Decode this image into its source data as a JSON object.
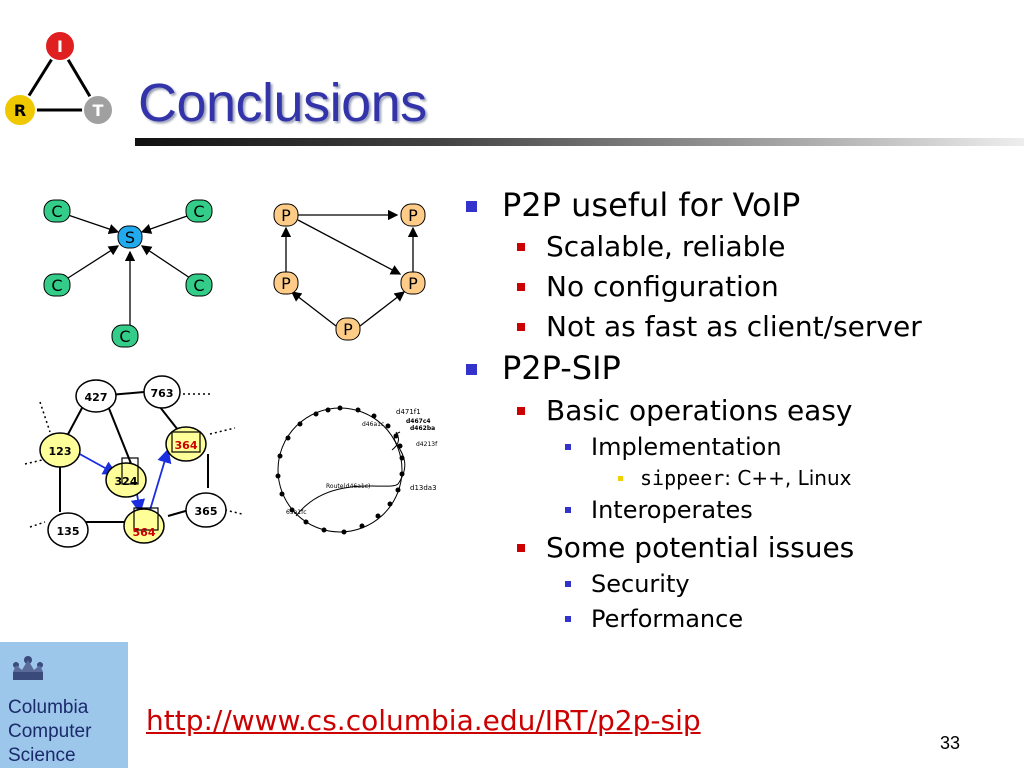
{
  "title": "Conclusions",
  "logo_irt": {
    "top": "I",
    "left": "R",
    "right": "T"
  },
  "diagram_cs": {
    "server": "S",
    "clients": [
      "C",
      "C",
      "C",
      "C",
      "C"
    ]
  },
  "diagram_p2p": {
    "peers": [
      "P",
      "P",
      "P",
      "P",
      "P"
    ]
  },
  "diagram_dht": {
    "nodes": [
      "427",
      "763",
      "123",
      "364",
      "324",
      "365",
      "135",
      "564"
    ]
  },
  "diagram_ring": {
    "labels": [
      "d471f1",
      "d46a1c",
      "d467c4",
      "d462ba",
      "d4213f",
      "d13da3",
      "Route(d46a1c)",
      "65a1fc"
    ]
  },
  "bullets": {
    "b1": "P2P useful for VoIP",
    "b1_1": "Scalable, reliable",
    "b1_2": "No configuration",
    "b1_3": "Not as fast as client/server",
    "b2": "P2P-SIP",
    "b2_1": "Basic operations easy",
    "b2_1_1": "Implementation",
    "b2_1_1_1a": "sippeer",
    "b2_1_1_1b": ": C++, Linux",
    "b2_1_2": "Interoperates",
    "b2_2": "Some potential issues",
    "b2_2_1": "Security",
    "b2_2_2": "Performance"
  },
  "footer_logo": {
    "line1": "Columbia",
    "line2": "Computer",
    "line3": "Science"
  },
  "link": "http://www.cs.columbia.edu/IRT/p2p-sip",
  "page_number": "33"
}
